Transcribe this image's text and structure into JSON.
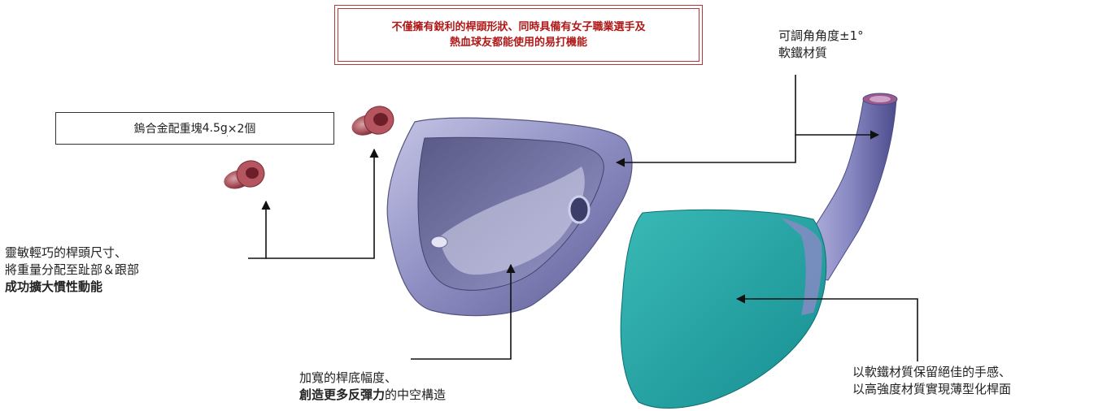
{
  "banner": {
    "line1": "不僅擁有銳利的桿頭形狀、同時具備有女子職業選手及",
    "line2": "熱血球友都能使用的易打機能"
  },
  "weight": {
    "name": "鎢合金配重塊",
    "value": "4.5",
    "unit": "g",
    "count": "×2個"
  },
  "left_note": {
    "line1": "靈敏輕巧的桿頭尺寸、",
    "line2": "將重量分配至趾部＆跟部",
    "line3": "成功擴大慣性動能"
  },
  "bottom_note": {
    "line1": "加寬的桿底幅度、",
    "line2_bold": "創造更多反彈力",
    "line2_rest": "的中空構造"
  },
  "top_right_note": {
    "line1": "可調角角度±1°",
    "line2": "軟鐵材質"
  },
  "right_note": {
    "line1": "以軟鐵材質保留絕佳的手感、",
    "line2": "以高強度材質實現薄型化桿面"
  },
  "colors": {
    "banner_border": "#b03a3a",
    "banner_text": "#b01818",
    "body_purple": "#7f7fb2",
    "face_teal": "#2aa8a8",
    "weight_red": "#9a3a44"
  }
}
